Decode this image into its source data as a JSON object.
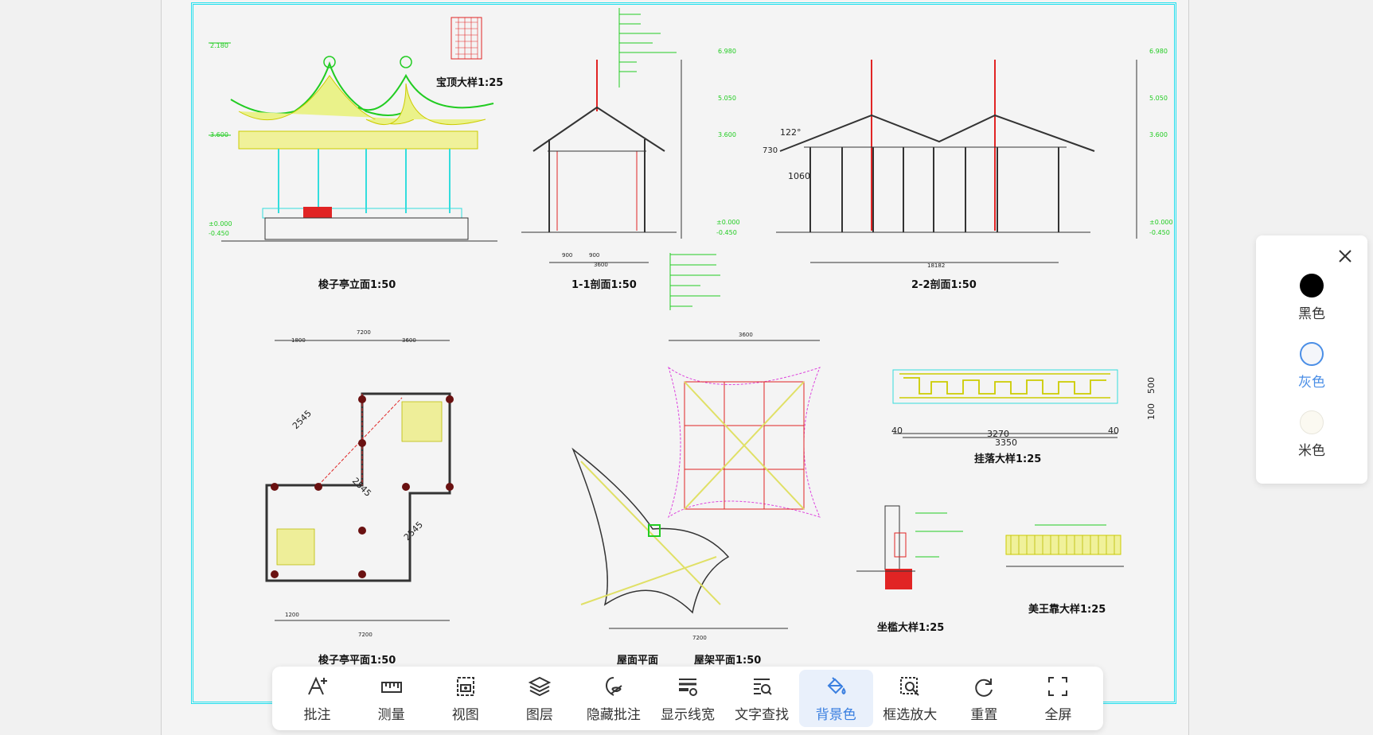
{
  "drawing": {
    "titles": {
      "elevation": "梭子亭立面1:50",
      "section11": "1-1剖面1:50",
      "section22": "2-2剖面1:50",
      "roof_detail": "宝顶大样1:25",
      "plan": "梭子亭平面1:50",
      "roof_plan": "屋面平面",
      "beam_plan": "屋架平面1:50",
      "hanging_detail": "挂落大样1:25",
      "bench_detail": "坐槛大样1:25",
      "lingwang_detail": "美王靠大样1:25"
    },
    "dimensions": {
      "d3270": "3270",
      "d3350": "3350",
      "d40a": "40",
      "d40b": "40",
      "d500": "500",
      "d100": "100",
      "d2545a": "2545",
      "d2545b": "2545",
      "d2545c": "2545",
      "d1060": "1060",
      "d122": "122°",
      "d730": "730",
      "d7200": "7200",
      "d3600": "3600",
      "d1800": "1800",
      "d1200": "1200",
      "d900": "900",
      "d18182": "18182",
      "e2180": "2.180",
      "e3600": "3.600",
      "e0000": "±0.000",
      "e0450": "-0.450",
      "e6980": "6.980",
      "e5050": "5.050"
    }
  },
  "toolbar": {
    "items": [
      {
        "label": "批注",
        "icon": "annotate-icon"
      },
      {
        "label": "测量",
        "icon": "ruler-icon"
      },
      {
        "label": "视图",
        "icon": "view-camera-icon"
      },
      {
        "label": "图层",
        "icon": "layers-icon"
      },
      {
        "label": "隐藏批注",
        "icon": "hide-annotation-icon"
      },
      {
        "label": "显示线宽",
        "icon": "line-width-icon"
      },
      {
        "label": "文字查找",
        "icon": "text-search-icon"
      },
      {
        "label": "背景色",
        "icon": "paint-bucket-icon"
      },
      {
        "label": "框选放大",
        "icon": "box-zoom-icon"
      },
      {
        "label": "重置",
        "icon": "reset-icon"
      },
      {
        "label": "全屏",
        "icon": "fullscreen-icon"
      }
    ],
    "active": "背景色"
  },
  "background_panel": {
    "options": [
      {
        "label": "黑色",
        "color": "#000000"
      },
      {
        "label": "灰色",
        "color": "#f4f6fa"
      },
      {
        "label": "米色",
        "color": "#fbf9f1"
      }
    ],
    "selected": "灰色",
    "accent": "#4a8ee6"
  }
}
